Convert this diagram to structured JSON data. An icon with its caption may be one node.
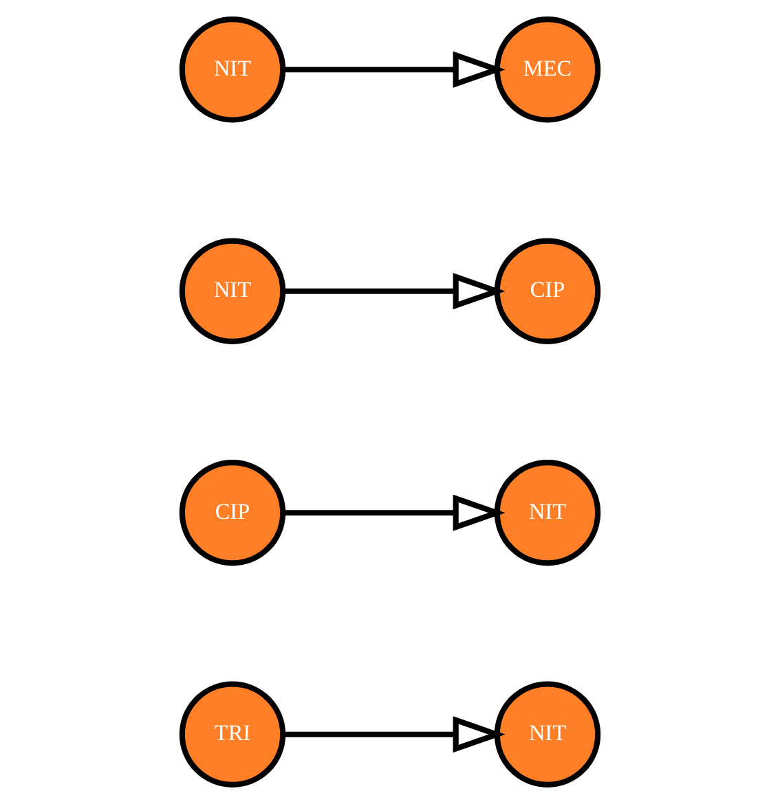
{
  "diagram": {
    "nodes": [
      {
        "text": [
          "TRI"
        ]
      },
      {
        "text": [
          "NIT"
        ]
      },
      {
        "text": [
          "CIP"
        ]
      },
      {
        "text": [
          "NIT"
        ]
      },
      {
        "text": [
          "NIT"
        ]
      },
      {
        "text": [
          "CIP"
        ]
      },
      {
        "text": [
          "NIT"
        ]
      },
      {
        "text": [
          "MEC"
        ]
      }
    ],
    "edges": [
      {
        "from": 0,
        "to": 1,
        "arrow": "to"
      },
      {
        "from": 2,
        "to": 3,
        "arrow": "to"
      },
      {
        "from": 4,
        "to": 5,
        "arrow": "to"
      },
      {
        "from": 6,
        "to": 7,
        "arrow": "to"
      }
    ]
  }
}
